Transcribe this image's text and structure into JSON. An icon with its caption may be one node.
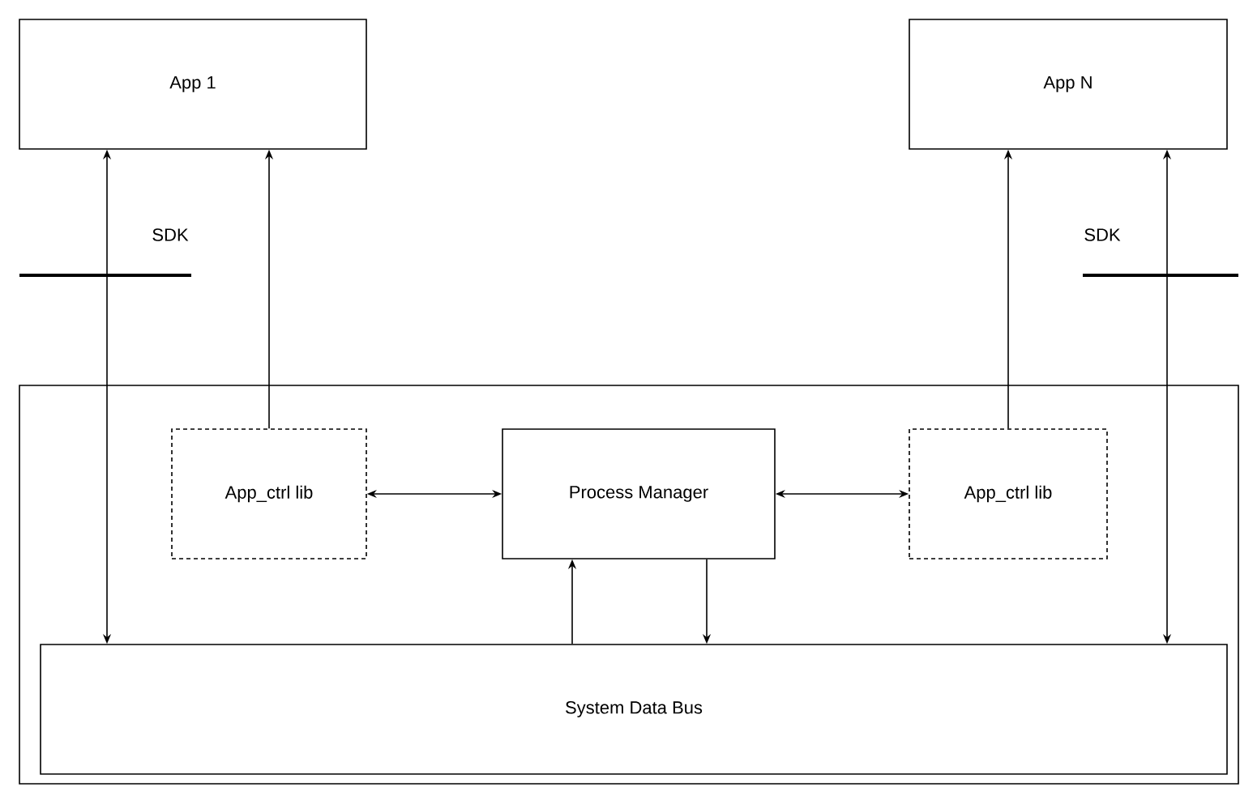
{
  "diagram": {
    "nodes": [
      {
        "text": [
          "App 1"
        ]
      },
      {
        "text": [
          "App N"
        ]
      },
      {
        "text": [],
        "shape": "box"
      },
      {
        "text": [
          "App_ctrl lib"
        ],
        "in": 2
      },
      {
        "text": [
          "Process Manager"
        ],
        "in": 2
      },
      {
        "text": [
          "App_ctrl lib"
        ],
        "in": 2
      },
      {
        "text": [
          "System Data Bus"
        ],
        "in": 2
      }
    ],
    "edges": [
      {
        "from": 0,
        "to": 6,
        "arrow": "both"
      },
      {
        "from": 3,
        "to": 0,
        "arrow": "to"
      },
      {
        "from": 3,
        "to": 4,
        "arrow": "both"
      },
      {
        "from": 4,
        "to": 5,
        "arrow": "both"
      },
      {
        "from": 5,
        "to": 1,
        "arrow": "to"
      },
      {
        "from": 1,
        "to": 6,
        "arrow": "both"
      },
      {
        "from": 6,
        "to": 4,
        "arrow": "to"
      },
      {
        "from": 4,
        "to": 6,
        "arrow": "to"
      }
    ],
    "labels": [
      "SDK",
      "SDK"
    ]
  }
}
